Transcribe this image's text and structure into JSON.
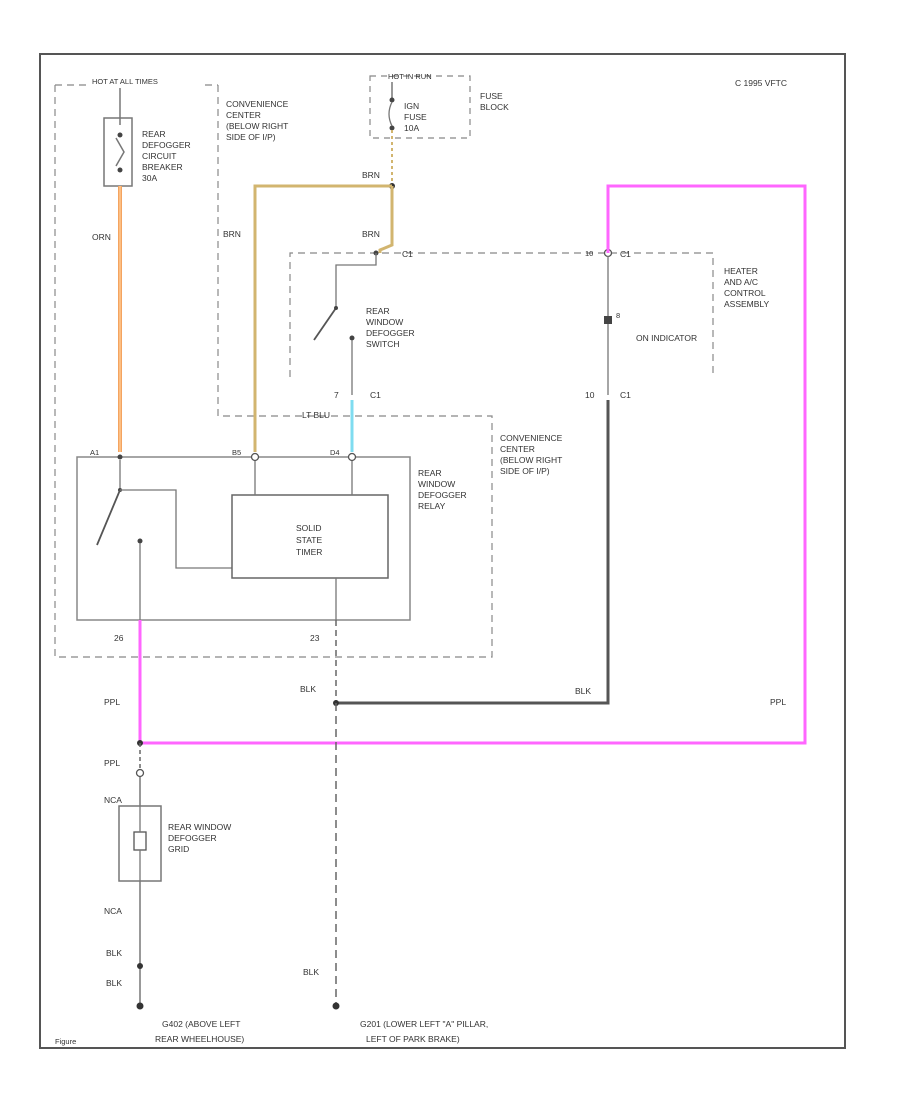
{
  "copyright": "C 1995 VFTC",
  "footer_ref": "Figure",
  "hot_all_times": "HOT AT ALL TIMES",
  "hot_in_run": "HOT IN RUN",
  "fuse_block": {
    "label_line1": "FUSE",
    "label_line2": "BLOCK"
  },
  "fuse": {
    "line1": "IGN",
    "line2": "FUSE",
    "line3": "10A"
  },
  "breaker": {
    "line1": "REAR",
    "line2": "DEFOGGER",
    "line3": "CIRCUIT",
    "line4": "BREAKER",
    "line5": "30A"
  },
  "convenience_center_top": {
    "line1": "CONVENIENCE",
    "line2": "CENTER",
    "line3": "(BELOW RIGHT",
    "line4": "SIDE OF I/P)"
  },
  "convenience_center_bottom": {
    "line1": "CONVENIENCE",
    "line2": "CENTER",
    "line3": "(BELOW RIGHT",
    "line4": "SIDE OF I/P)"
  },
  "defogger_switch": {
    "line1": "REAR",
    "line2": "WINDOW",
    "line3": "DEFOGGER",
    "line4": "SWITCH"
  },
  "hvac": {
    "line1": "HEATER",
    "line2": "AND A/C",
    "line3": "CONTROL",
    "line4": "ASSEMBLY"
  },
  "on_indicator": "ON INDICATOR",
  "relay": {
    "line1": "REAR",
    "line2": "WINDOW",
    "line3": "DEFOGGER",
    "line4": "RELAY"
  },
  "timer": {
    "line1": "SOLID",
    "line2": "STATE",
    "line3": "TIMER"
  },
  "defogger_grid": {
    "line1": "REAR WINDOW",
    "line2": "DEFOGGER",
    "line3": "GRID"
  },
  "ground_left": {
    "line1": "G402    (ABOVE LEFT",
    "line2": "REAR WHEELHOUSE)"
  },
  "ground_right": {
    "line1": "G201    (LOWER LEFT \"A\" PILLAR,",
    "line2": "LEFT OF PARK BRAKE)"
  },
  "wire_labels": {
    "orn": "ORN",
    "brn_top": "BRN",
    "brn_left": "BRN",
    "brn_mid": "BRN",
    "lt_blu": "LT BLU",
    "blk_mid": "BLK",
    "blk_right": "BLK",
    "ppl_left": "PPL",
    "ppl_right": "PPL",
    "ppl_lower": "PPL",
    "nca_top": "NCA",
    "nca_bottom": "NCA",
    "blk_lower1": "BLK",
    "blk_lower2": "BLK",
    "blk_g201": "BLK"
  },
  "connector_labels": {
    "c1_left": "C1",
    "c1_right": "C1",
    "c1_bottom_switch": "C1",
    "c1_bottom_hvac": "C1",
    "c1_pin_a": "A1",
    "c1_pin_b": "B5",
    "c1_pin_c": "D4",
    "c1_pin_d": "10",
    "pin_7": "7",
    "pin_10": "10",
    "pin_8": "8",
    "pin_26": "26",
    "pin_23": "23"
  },
  "colors": {
    "orange": "#f4a460",
    "tan": "#d2b56f",
    "light_blue": "#7fdcf0",
    "magenta": "#ff66ff",
    "dark": "#555555"
  }
}
